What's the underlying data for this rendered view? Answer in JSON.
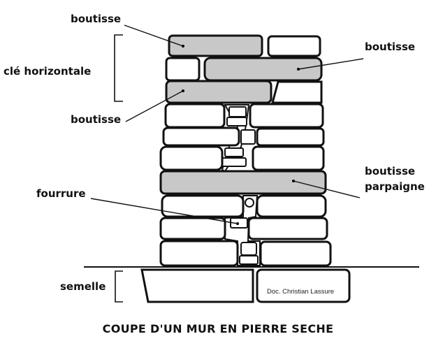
{
  "labels": {
    "boutisse_top": "boutisse",
    "cle_horizontale": "clé horizontale",
    "boutisse_right": "boutisse",
    "boutisse_left": "boutisse",
    "boutisse_parpaigne_1": "boutisse",
    "boutisse_parpaigne_2": "parpaigne",
    "fourrure": "fourrure",
    "semelle": "semelle"
  },
  "credit": "Doc. Christian Lassure",
  "title": "COUPE D'UN MUR EN PIERRE SECHE",
  "colors": {
    "boutisse_fill": "#c8c8c8",
    "stone_fill": "#ffffff",
    "outline": "#111111"
  }
}
